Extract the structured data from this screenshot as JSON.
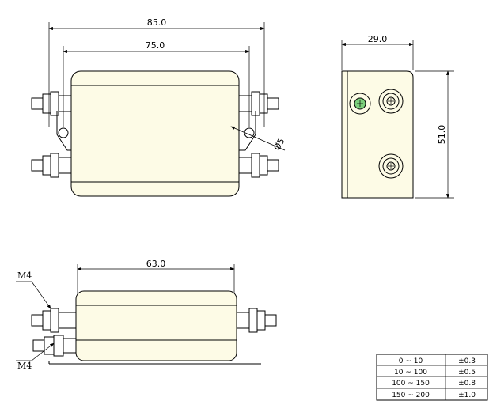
{
  "dimensions": {
    "width_outer": "85.0",
    "width_inner": "75.0",
    "hole": "Ø5",
    "side_width": "29.0",
    "side_height": "51.0",
    "bottom_length": "63.0"
  },
  "labels": {
    "thread_top": "M4",
    "thread_bottom": "M4"
  },
  "tolerance_table": [
    {
      "range": "0 ~ 10",
      "tol": "±0.3"
    },
    {
      "range": "10 ~ 100",
      "tol": "±0.5"
    },
    {
      "range": "100 ~ 150",
      "tol": "±0.8"
    },
    {
      "range": "150 ~ 200",
      "tol": "±1.0"
    }
  ],
  "colors": {
    "body": "#fdfbe6",
    "terminal_green": "#7ccf7c"
  }
}
